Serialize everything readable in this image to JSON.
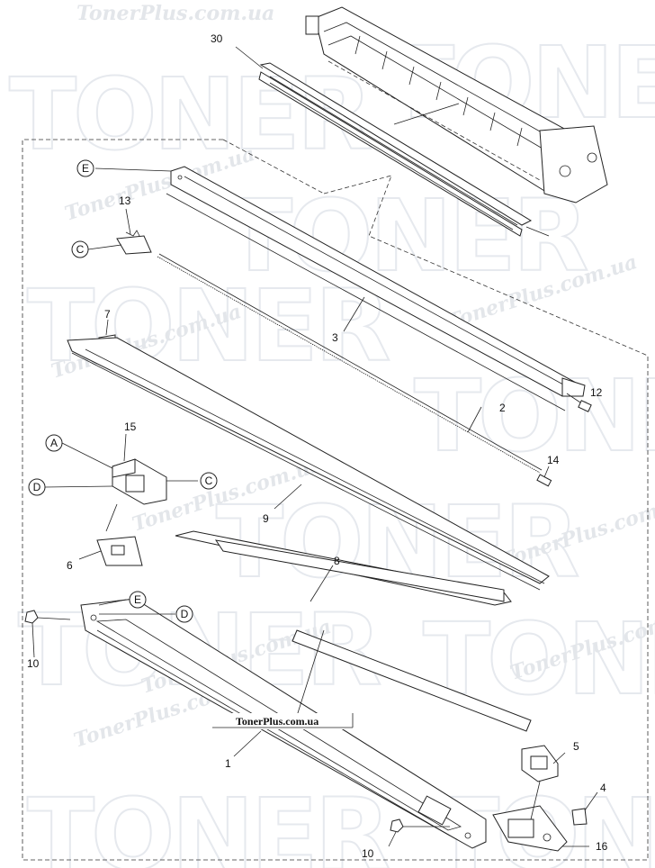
{
  "watermark": {
    "brand": "TONER",
    "site": "TonerPlus.com.ua"
  },
  "stamp": "TonerPlus.com.ua",
  "callouts": {
    "n30": "30",
    "n13": "13",
    "n7": "7",
    "n3": "3",
    "n12": "12",
    "n2": "2",
    "n15": "15",
    "n14": "14",
    "n9": "9",
    "n6": "6",
    "n8": "8",
    "n10a": "10",
    "n1": "1",
    "n5": "5",
    "n4": "4",
    "n10b": "10",
    "n16": "16"
  },
  "letters": {
    "E1": "E",
    "C1": "C",
    "A": "A",
    "D1": "D",
    "C2": "C",
    "E2": "E",
    "D2": "D"
  }
}
